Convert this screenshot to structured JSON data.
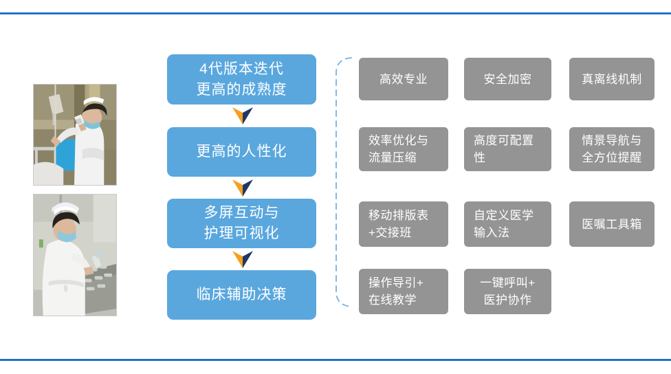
{
  "slide": {
    "decor": {
      "rule_color": "#1565c8",
      "top_rule": "top-divider",
      "bottom_rule": "bottom-divider"
    },
    "photos": [
      {
        "name": "nurse-scanning-iv-drip",
        "caption": "Nurse in white uniform and blue mask scanning an IV drip bag with a handheld device at a hospital bedside"
      },
      {
        "name": "nurse-preparing-medication",
        "caption": "Nurse in profile wearing nurse cap and blue mask preparing medication vials at a preparation table"
      }
    ],
    "flow": {
      "accent_color": "#5aa7de",
      "arrow_colors": {
        "left": "#f5a020",
        "right": "#1f3864"
      },
      "steps": [
        {
          "name": "step-version-maturity",
          "line1": "4代版本迭代",
          "line2": "更高的成熟度"
        },
        {
          "name": "step-humanization",
          "line1": "更高的人性化",
          "line2": ""
        },
        {
          "name": "step-multiscreen",
          "line1": "多屏互动与",
          "line2": "护理可视化"
        },
        {
          "name": "step-clinical-decision",
          "line1": "临床辅助决策",
          "line2": ""
        }
      ]
    },
    "bracket": {
      "name": "dashed-bracket",
      "color": "#7fb9e8"
    },
    "features": {
      "tile_color": "#949494",
      "rows": [
        [
          {
            "name": "feature-efficient-professional",
            "align": "center",
            "line1": "高效专业",
            "line2": ""
          },
          {
            "name": "feature-secure-encryption",
            "align": "center",
            "line1": "安全加密",
            "line2": ""
          },
          {
            "name": "feature-true-offline",
            "align": "center",
            "line1": "真离线机制",
            "line2": ""
          }
        ],
        [
          {
            "name": "feature-efficiency-traffic",
            "align": "left",
            "line1": "效率优化与",
            "line2": "流量压缩"
          },
          {
            "name": "feature-configurable",
            "align": "left",
            "line1": "高度可配置",
            "line2": "性"
          },
          {
            "name": "feature-context-navigation",
            "align": "center",
            "line1": "情景导航与",
            "line2": "全方位提醒"
          }
        ],
        [
          {
            "name": "feature-mobile-schedule",
            "align": "left",
            "line1": "移动排版表",
            "line2": "+交接班"
          },
          {
            "name": "feature-medical-ime",
            "align": "left",
            "line1": "自定义医学",
            "line2": "输入法"
          },
          {
            "name": "feature-order-toolbox",
            "align": "center",
            "line1": "医嘱工具箱",
            "line2": ""
          }
        ],
        [
          {
            "name": "feature-guide-teaching",
            "align": "left",
            "line1": "操作导引+",
            "line2": "在线教学"
          },
          {
            "name": "feature-one-key-call",
            "align": "center",
            "line1": "一键呼叫+",
            "line2": "医护协作"
          }
        ]
      ]
    }
  }
}
